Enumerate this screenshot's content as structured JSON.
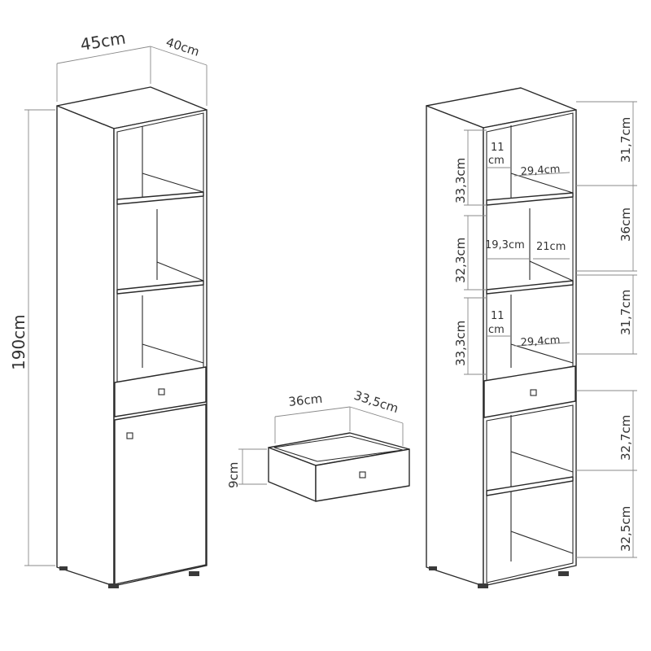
{
  "left_view": {
    "width": "45cm",
    "depth": "40cm",
    "height": "190cm"
  },
  "drawer": {
    "width": "36cm",
    "depth": "33,5cm",
    "height": "9cm"
  },
  "right_view": {
    "top_section": {
      "height_outer": "33,3cm",
      "inner_width": "11",
      "inner_unit": "cm",
      "shelf_width": "29,4cm",
      "right_height": "31,7cm"
    },
    "middle_section": {
      "height_outer": "32,3cm",
      "left_width": "19,3cm",
      "right_width": "21cm",
      "right_height": "36cm"
    },
    "lower_section": {
      "height_outer": "33,3cm",
      "inner_width": "11",
      "inner_unit": "cm",
      "shelf_width": "29,4cm",
      "right_height": "31,7cm"
    },
    "cabinet_upper_height": "32,7cm",
    "cabinet_lower_height": "32,5cm"
  }
}
